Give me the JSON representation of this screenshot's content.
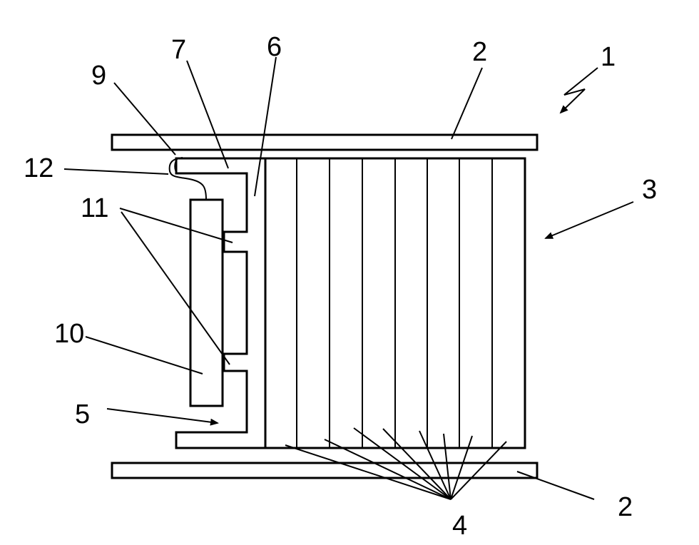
{
  "labels": {
    "l1": "1",
    "l2_top": "2",
    "l2_bottom": "2",
    "l3": "3",
    "l4": "4",
    "l5": "5",
    "l6": "6",
    "l7": "7",
    "l9": "9",
    "l10": "10",
    "l11": "11",
    "l12": "12"
  },
  "colors": {
    "stroke": "#000000",
    "background": "#ffffff"
  },
  "icons": {
    "arrow": "arrowhead",
    "lightning": "lightning-arrow"
  }
}
